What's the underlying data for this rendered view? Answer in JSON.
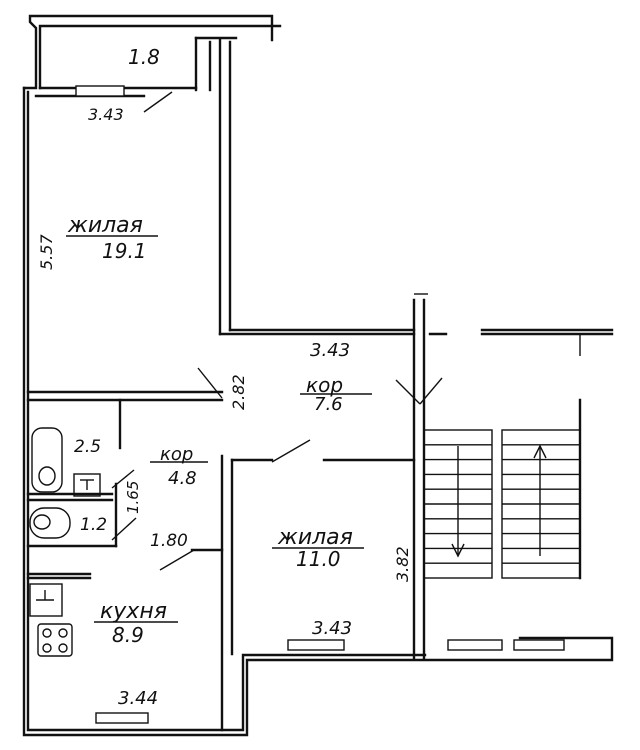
{
  "rooms": {
    "balcony": {
      "area": "1.8"
    },
    "living1": {
      "name": "жилая",
      "area": "19.1"
    },
    "corridor": {
      "name": "кор",
      "area": "7.6"
    },
    "corridor2": {
      "name": "кор",
      "area": "4.8"
    },
    "living2": {
      "name": "жилая",
      "area": "11.0"
    },
    "kitchen": {
      "name": "кухня",
      "area": "8.9"
    },
    "bathroom": {
      "area": "2.5"
    },
    "toilet": {
      "area": "1.2"
    }
  },
  "dimensions": {
    "balcony_window": "3.43",
    "living1_height": "5.57",
    "living1_bottom": "3.43",
    "corridor_ceiling": "2.82",
    "corridor2_width": "1.65",
    "kitchen_width": "1.80",
    "living2_height": "3.82",
    "living2_bottom": "3.43",
    "kitchen_bottom": "3.44"
  }
}
